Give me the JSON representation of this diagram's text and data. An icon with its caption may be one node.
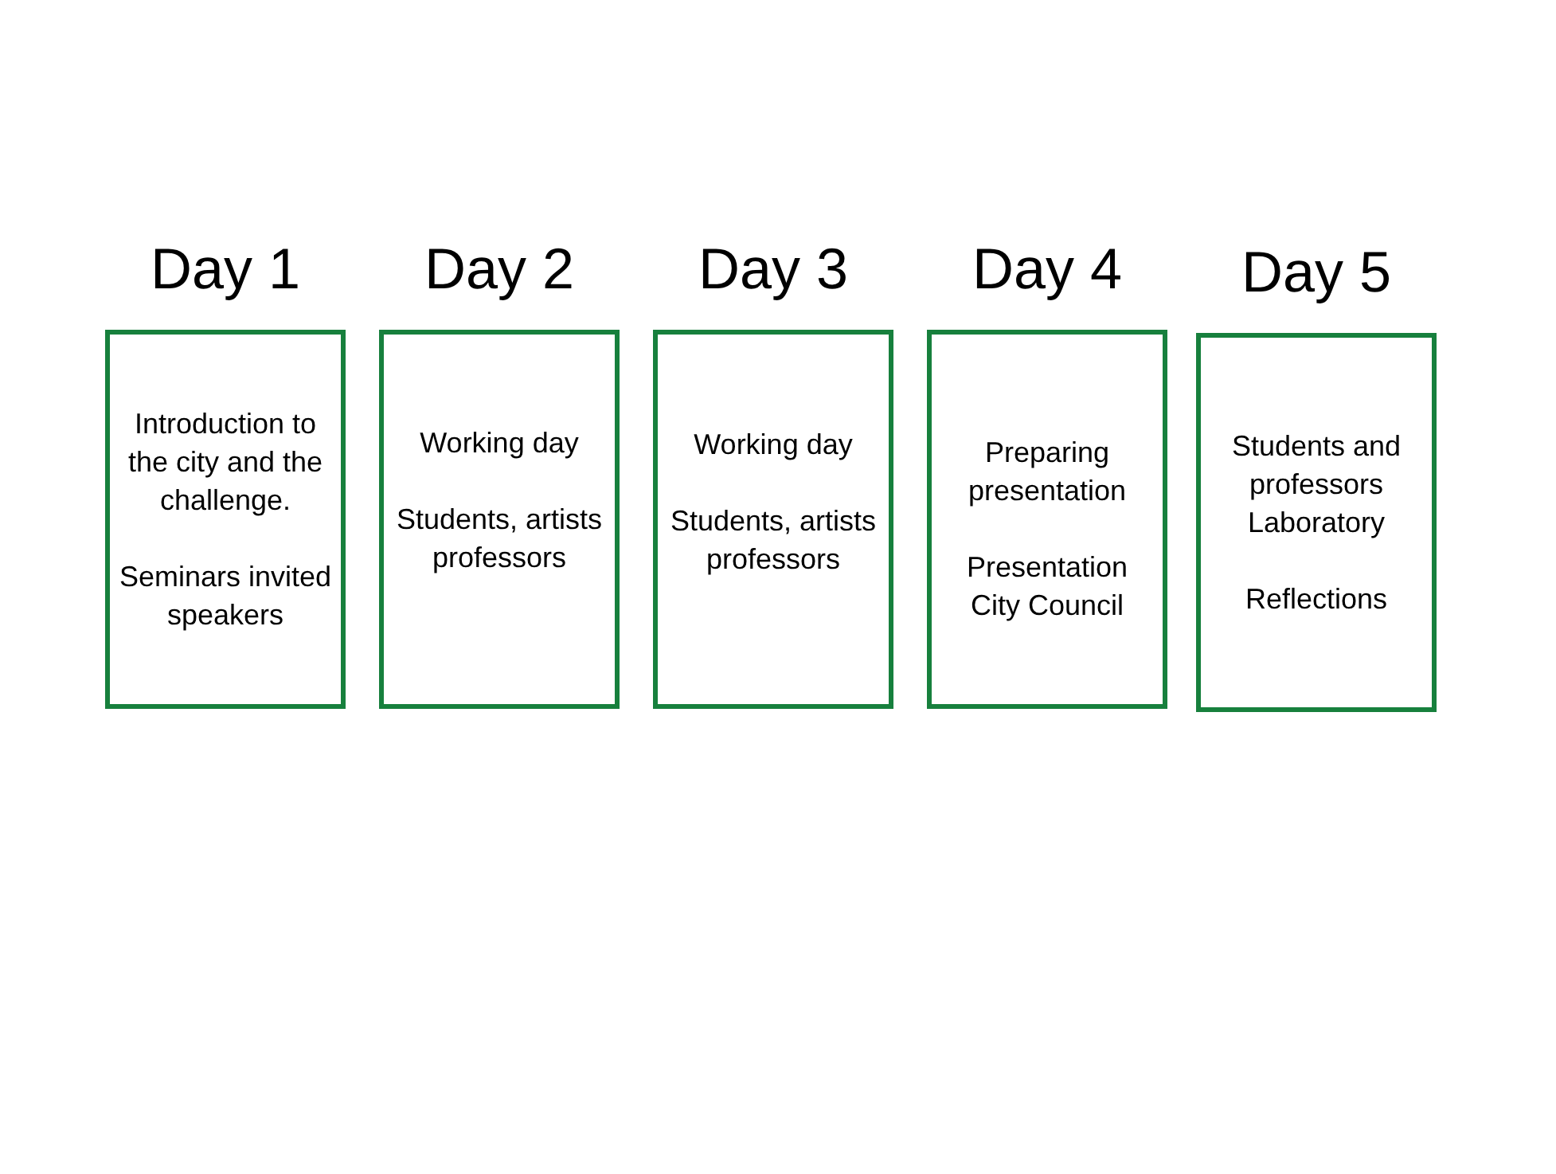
{
  "diagram": {
    "nodes": [
      {
        "text": [
          "Day 1",
          "Introduction to the city and the challenge.",
          "Seminars invited speakers"
        ]
      },
      {
        "text": [
          "Day 2",
          "Working day",
          "Students, artists professors"
        ]
      },
      {
        "text": [
          "Day 3",
          "Working day",
          "Students, artists professors"
        ]
      },
      {
        "text": [
          "Day 4",
          "Preparing presentation",
          "Presentation City Council"
        ]
      },
      {
        "text": [
          "Day 5",
          "Students and professors Laboratory",
          "Reflections"
        ]
      }
    ],
    "edges": []
  }
}
